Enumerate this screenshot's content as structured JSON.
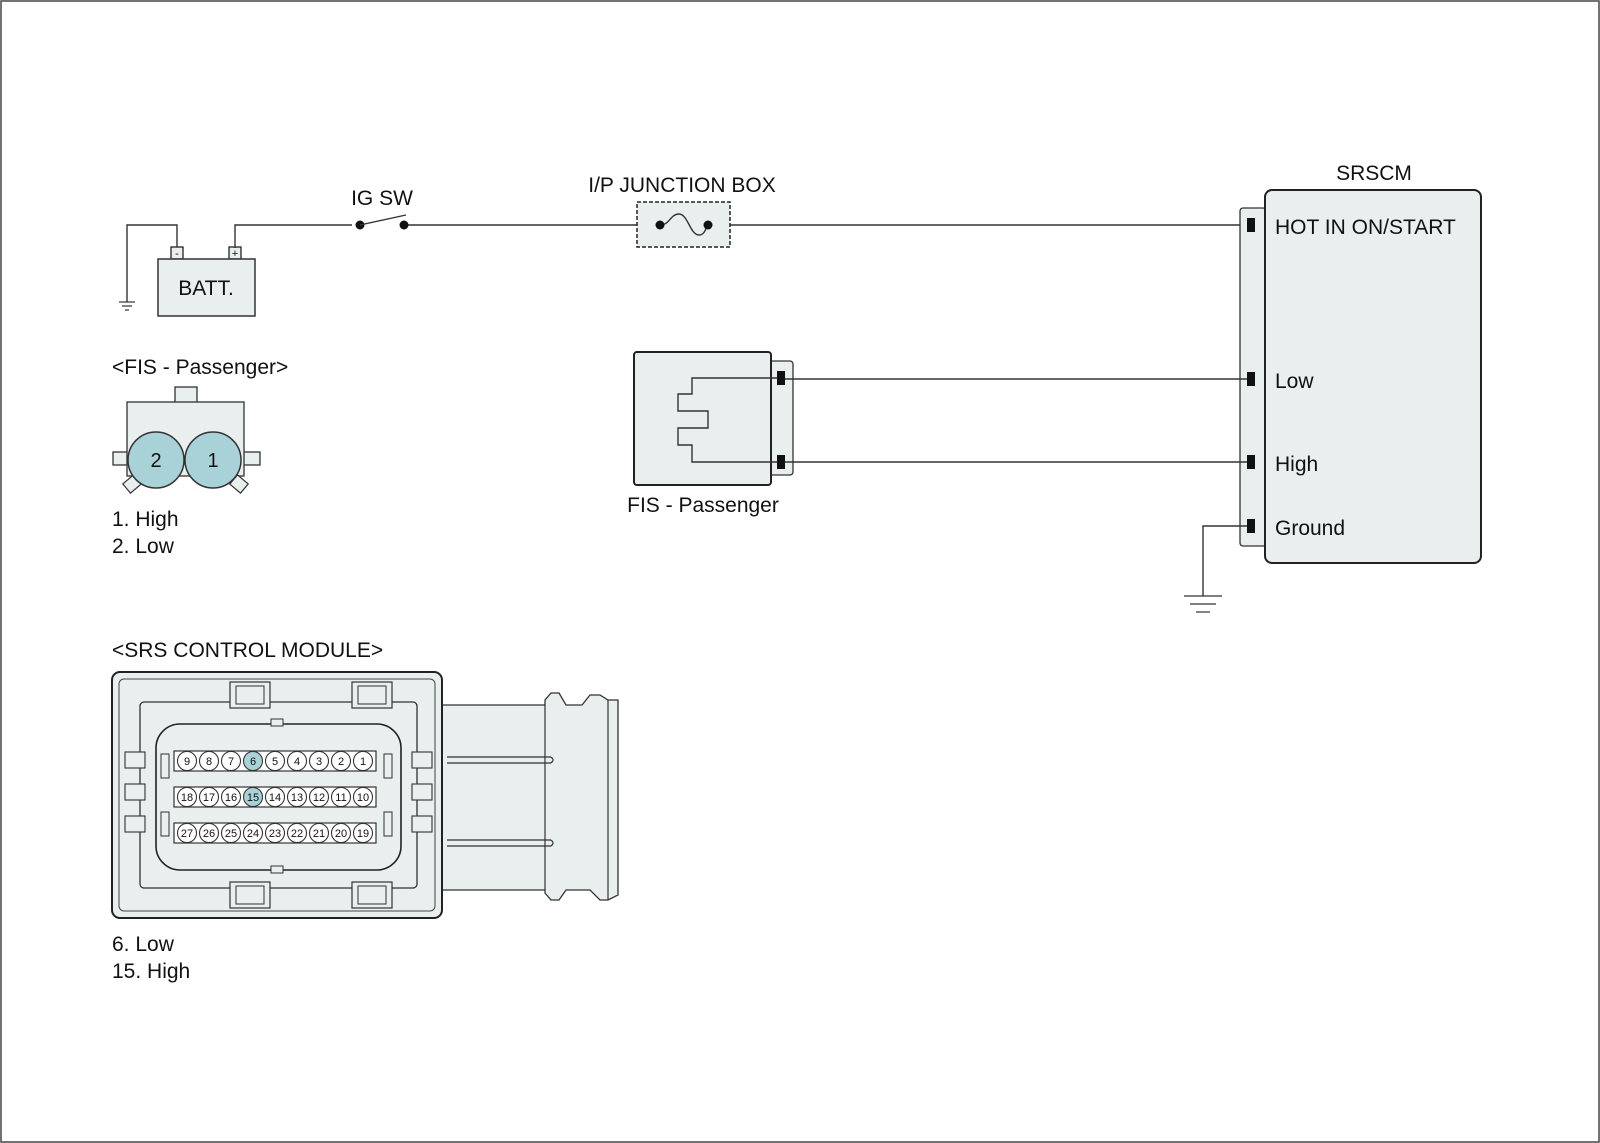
{
  "colors": {
    "fill": "#e9eeee",
    "pin_highlight": "#a9d1d8",
    "line": "#222222"
  },
  "battery": {
    "label": "BATT.",
    "neg": "-",
    "pos": "+"
  },
  "ig_switch": {
    "label": "IG SW"
  },
  "junction_box": {
    "label": "I/P JUNCTION BOX"
  },
  "srscm": {
    "title": "SRSCM",
    "pins": [
      "HOT IN ON/START",
      "Low",
      "High",
      "Ground"
    ]
  },
  "fis_sensor": {
    "label": "FIS - Passenger"
  },
  "fis_connector": {
    "title": "<FIS - Passenger>",
    "pin_numbers": [
      "2",
      "1"
    ],
    "legend": [
      "1. High",
      "2. Low"
    ]
  },
  "srs_module_connector": {
    "title": "<SRS CONTROL MODULE>",
    "rows": [
      [
        "9",
        "8",
        "7",
        "6",
        "5",
        "4",
        "3",
        "2",
        "1"
      ],
      [
        "18",
        "17",
        "16",
        "15",
        "14",
        "13",
        "12",
        "11",
        "10"
      ],
      [
        "27",
        "26",
        "25",
        "24",
        "23",
        "22",
        "21",
        "20",
        "19"
      ]
    ],
    "highlighted_pins": [
      "6",
      "15"
    ],
    "legend": [
      "6. Low",
      "15. High"
    ]
  }
}
